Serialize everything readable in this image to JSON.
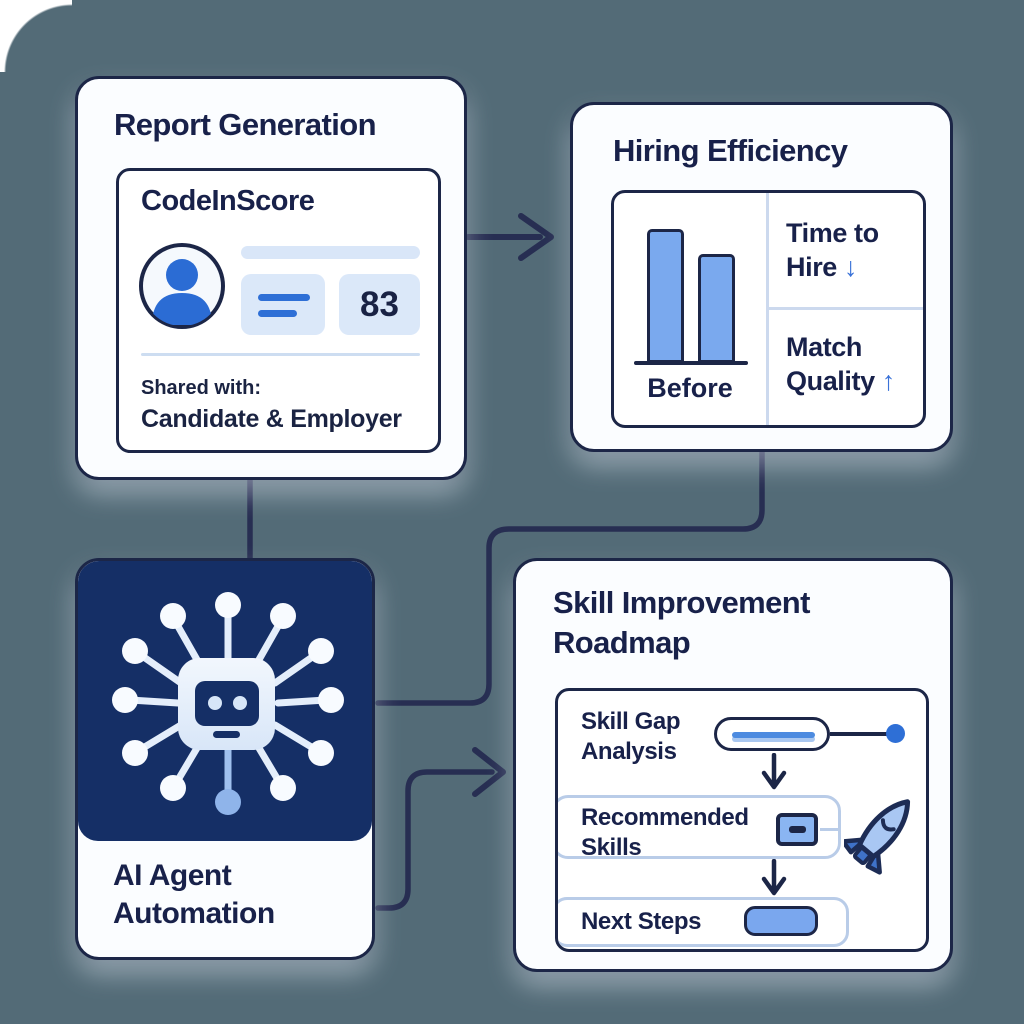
{
  "colors": {
    "background": "#536b77",
    "card_bg": "#fbfdff",
    "card_border": "#1c2647",
    "title_text": "#18214a",
    "accent_blue": "#2e6fd6",
    "light_blue_fill": "#dbe8f9",
    "pale_divider": "#ccd9ee",
    "bar_fill": "#7aa9ee",
    "navy": "#152f66",
    "connector": "#272e52",
    "metric_arrow_blue": "#3a72d8",
    "step_outline_blue": "#b9cce8"
  },
  "report_card": {
    "title": "Report Generation",
    "report": {
      "name": "CodeInScore",
      "score": "83",
      "shared_label": "Shared with:",
      "shared_value": "Candidate & Employer"
    }
  },
  "hiring_card": {
    "title": "Hiring Efficiency",
    "chart": {
      "type": "bar",
      "label": "Before",
      "bars_relative_heights": [
        134,
        109
      ]
    },
    "metrics": [
      {
        "label": "Time to Hire",
        "arrow": "↓",
        "direction": "down"
      },
      {
        "label": "Match Quality",
        "arrow": "↑",
        "direction": "up"
      }
    ]
  },
  "ai_card": {
    "label_line1": "AI Agent",
    "label_line2": "Automation",
    "icon": "robot-circuit-icon"
  },
  "skill_card": {
    "title_line1": "Skill Improvement",
    "title_line2": "Roadmap",
    "steps": [
      {
        "label": "Skill Gap Analysis"
      },
      {
        "label": "Recommended Skills"
      },
      {
        "label": "Next Steps"
      }
    ],
    "icon": "rocket-icon"
  }
}
